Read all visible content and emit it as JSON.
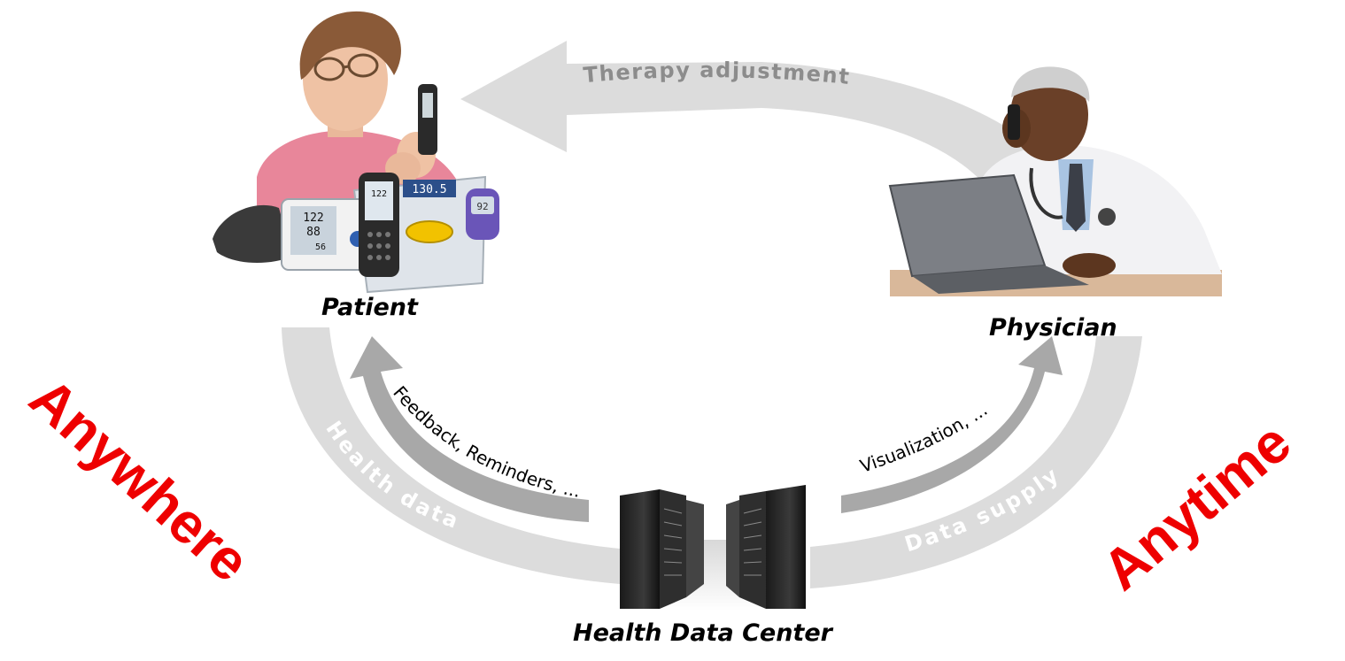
{
  "labels": {
    "patient": "Patient",
    "physician": "Physician",
    "data_center": "Health Data Center",
    "anywhere": "Anywhere",
    "anytime": "Anytime"
  },
  "arrows": {
    "therapy": "Therapy adjustment",
    "health_data": "Health data",
    "feedback": "Feedback, Reminders, ...",
    "visualization": "Visualization, ...",
    "data_supply": "Data supply"
  },
  "device_readouts": {
    "monitor_sys": "122",
    "monitor_dia": "88",
    "monitor_pulse": "56",
    "scale": "130.5",
    "glucose": "92",
    "phone": "122"
  },
  "colors": {
    "arrow_light": "#dcdcdc",
    "arrow_dark": "#a8a8a8",
    "arrow_text": "#8c8c8c",
    "accent_red": "#ee0000"
  }
}
